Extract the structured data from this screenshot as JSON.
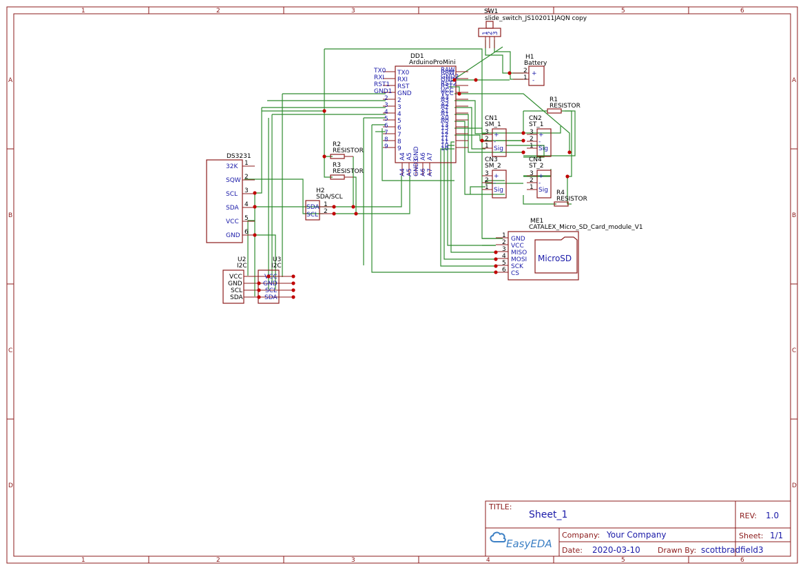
{
  "frame": {
    "columns": [
      "1",
      "2",
      "3",
      "4",
      "5",
      "6"
    ],
    "rows": [
      "A",
      "B",
      "C",
      "D"
    ]
  },
  "components": {
    "sw1": {
      "ref": "SW1",
      "name": "slide_switch_JS102011JAQN copy",
      "pins": [
        "1",
        "2",
        "3"
      ]
    },
    "dd1": {
      "ref": "DD1",
      "name": "ArduinoProMini",
      "left_outer": [
        "TX0",
        "RXI",
        "RST1",
        "GND1",
        "2",
        "3",
        "4",
        "5",
        "6",
        "7",
        "8",
        "9"
      ],
      "left_inner": [
        "TX0",
        "RXI",
        "RST",
        "GND",
        "2",
        "3",
        "4",
        "5",
        "6",
        "7",
        "8",
        "9"
      ],
      "right_inner": [
        "RAW",
        "GND",
        "RST",
        "VCC",
        "A3",
        "A2",
        "A1",
        "A0",
        "13",
        "12",
        "11",
        "10"
      ],
      "right_outer": [
        "RAW",
        "GND2",
        "RST2",
        "VCC",
        "A3",
        "A2",
        "A1",
        "A0",
        "13",
        "12",
        "11",
        "10"
      ],
      "bottom": [
        "A4",
        "A5",
        "GND",
        "A6",
        "A7"
      ],
      "bottom_outer": [
        "A4",
        "A5",
        "GND3",
        "A6",
        "A7"
      ]
    },
    "h1": {
      "ref": "H1",
      "name": "Battery",
      "pins": [
        "2",
        "1"
      ],
      "signs": [
        "+",
        "-"
      ]
    },
    "r1": {
      "ref": "R1",
      "name": "RESISTOR"
    },
    "r2": {
      "ref": "R2",
      "name": "RESISTOR"
    },
    "r3": {
      "ref": "R3",
      "name": "RESISTOR"
    },
    "r4": {
      "ref": "R4",
      "name": "RESISTOR"
    },
    "cn1": {
      "ref": "CN1",
      "name": "SM_1",
      "pins": [
        "3",
        "2",
        "1"
      ],
      "labels": [
        "+",
        "-",
        "Sig"
      ]
    },
    "cn2": {
      "ref": "CN2",
      "name": "ST_1",
      "pins": [
        "3",
        "2",
        "1"
      ],
      "labels": [
        "+",
        "-",
        "Sig"
      ]
    },
    "cn3": {
      "ref": "CN3",
      "name": "SM_2",
      "pins": [
        "3",
        "2",
        "1"
      ],
      "labels": [
        "+",
        "-",
        "Sig"
      ]
    },
    "cn4": {
      "ref": "CN4",
      "name": "ST_2",
      "pins": [
        "3",
        "2",
        "1"
      ],
      "labels": [
        "+",
        "-",
        "Sig"
      ]
    },
    "ds3231": {
      "ref": "DS3231",
      "pins": [
        "1",
        "2",
        "3",
        "4",
        "5",
        "6"
      ],
      "labels": [
        "32K",
        "SQW",
        "SCL",
        "SDA",
        "VCC",
        "GND"
      ]
    },
    "h2": {
      "ref": "H2",
      "name": "SDA/SCL",
      "labels": [
        "SDA",
        "SCL"
      ],
      "pins": [
        "1",
        "2"
      ]
    },
    "u2": {
      "ref": "U2",
      "name": "I2C",
      "labels": [
        "VCC",
        "GND",
        "SCL",
        "SDA"
      ]
    },
    "u3": {
      "ref": "U3",
      "name": "I2C",
      "labels": [
        "VCC",
        "GND",
        "SCL",
        "SDA"
      ]
    },
    "me1": {
      "ref": "ME1",
      "name": "CATALEX_Micro_SD_Card_module_V1",
      "pins": [
        "1",
        "2",
        "3",
        "4",
        "5",
        "6"
      ],
      "labels": [
        "GND",
        "VCC",
        "MISO",
        "MOSI",
        "SCK",
        "CS"
      ],
      "body": "MicroSD"
    }
  },
  "title_block": {
    "title_label": "TITLE:",
    "title": "Sheet_1",
    "rev_label": "REV:",
    "rev": "1.0",
    "company_label": "Company:",
    "company": "Your Company",
    "sheet_label": "Sheet:",
    "sheet": "1/1",
    "date_label": "Date:",
    "date": "2020-03-10",
    "drawn_label": "Drawn By:",
    "drawn_by": "scottbradfield3",
    "logo": "EasyEDA",
    "accent": "#1a1aa8",
    "frame_color": "#8b1a1a",
    "wire_color": "#2e8b2e"
  }
}
